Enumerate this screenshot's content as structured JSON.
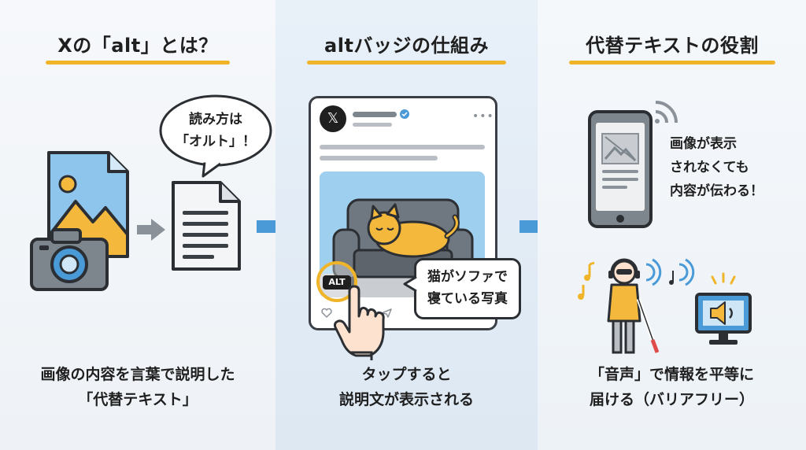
{
  "colors": {
    "accent_yellow": "#f0b429",
    "arrow_blue": "#4a9ad8",
    "arrow_gray": "#8a9199",
    "image_blue": "#8ec5ec",
    "sofa_gray": "#6f7780",
    "cat_orange": "#f3b83c",
    "dark": "#2b2f33"
  },
  "sections": [
    {
      "title": "Xの「alt」とは？",
      "bubble": [
        "読み方は",
        "「オルト」！"
      ],
      "caption": [
        "画像の内容を言葉で説明した",
        "「代替テキスト」"
      ]
    },
    {
      "title": "altバッジの仕組み",
      "tweet": {
        "logo": "𝕏",
        "badge": "ALT",
        "bubble": [
          "猫がソファで",
          "寝ている写真"
        ]
      },
      "caption": [
        "タップすると",
        "説明文が表示される"
      ]
    },
    {
      "title": "代替テキストの役割",
      "phone_text": [
        "画像が表示",
        "されなくても",
        "内容が伝わる！"
      ],
      "caption": [
        "「音声」で情報を平等に",
        "届ける（バリアフリー）"
      ]
    }
  ],
  "icons": [
    "image-icon",
    "camera-icon",
    "document-icon",
    "phone-icon",
    "speaker-monitor-icon",
    "visually-impaired-person-icon",
    "hand-pointer-icon",
    "sofa-cat-icon"
  ]
}
